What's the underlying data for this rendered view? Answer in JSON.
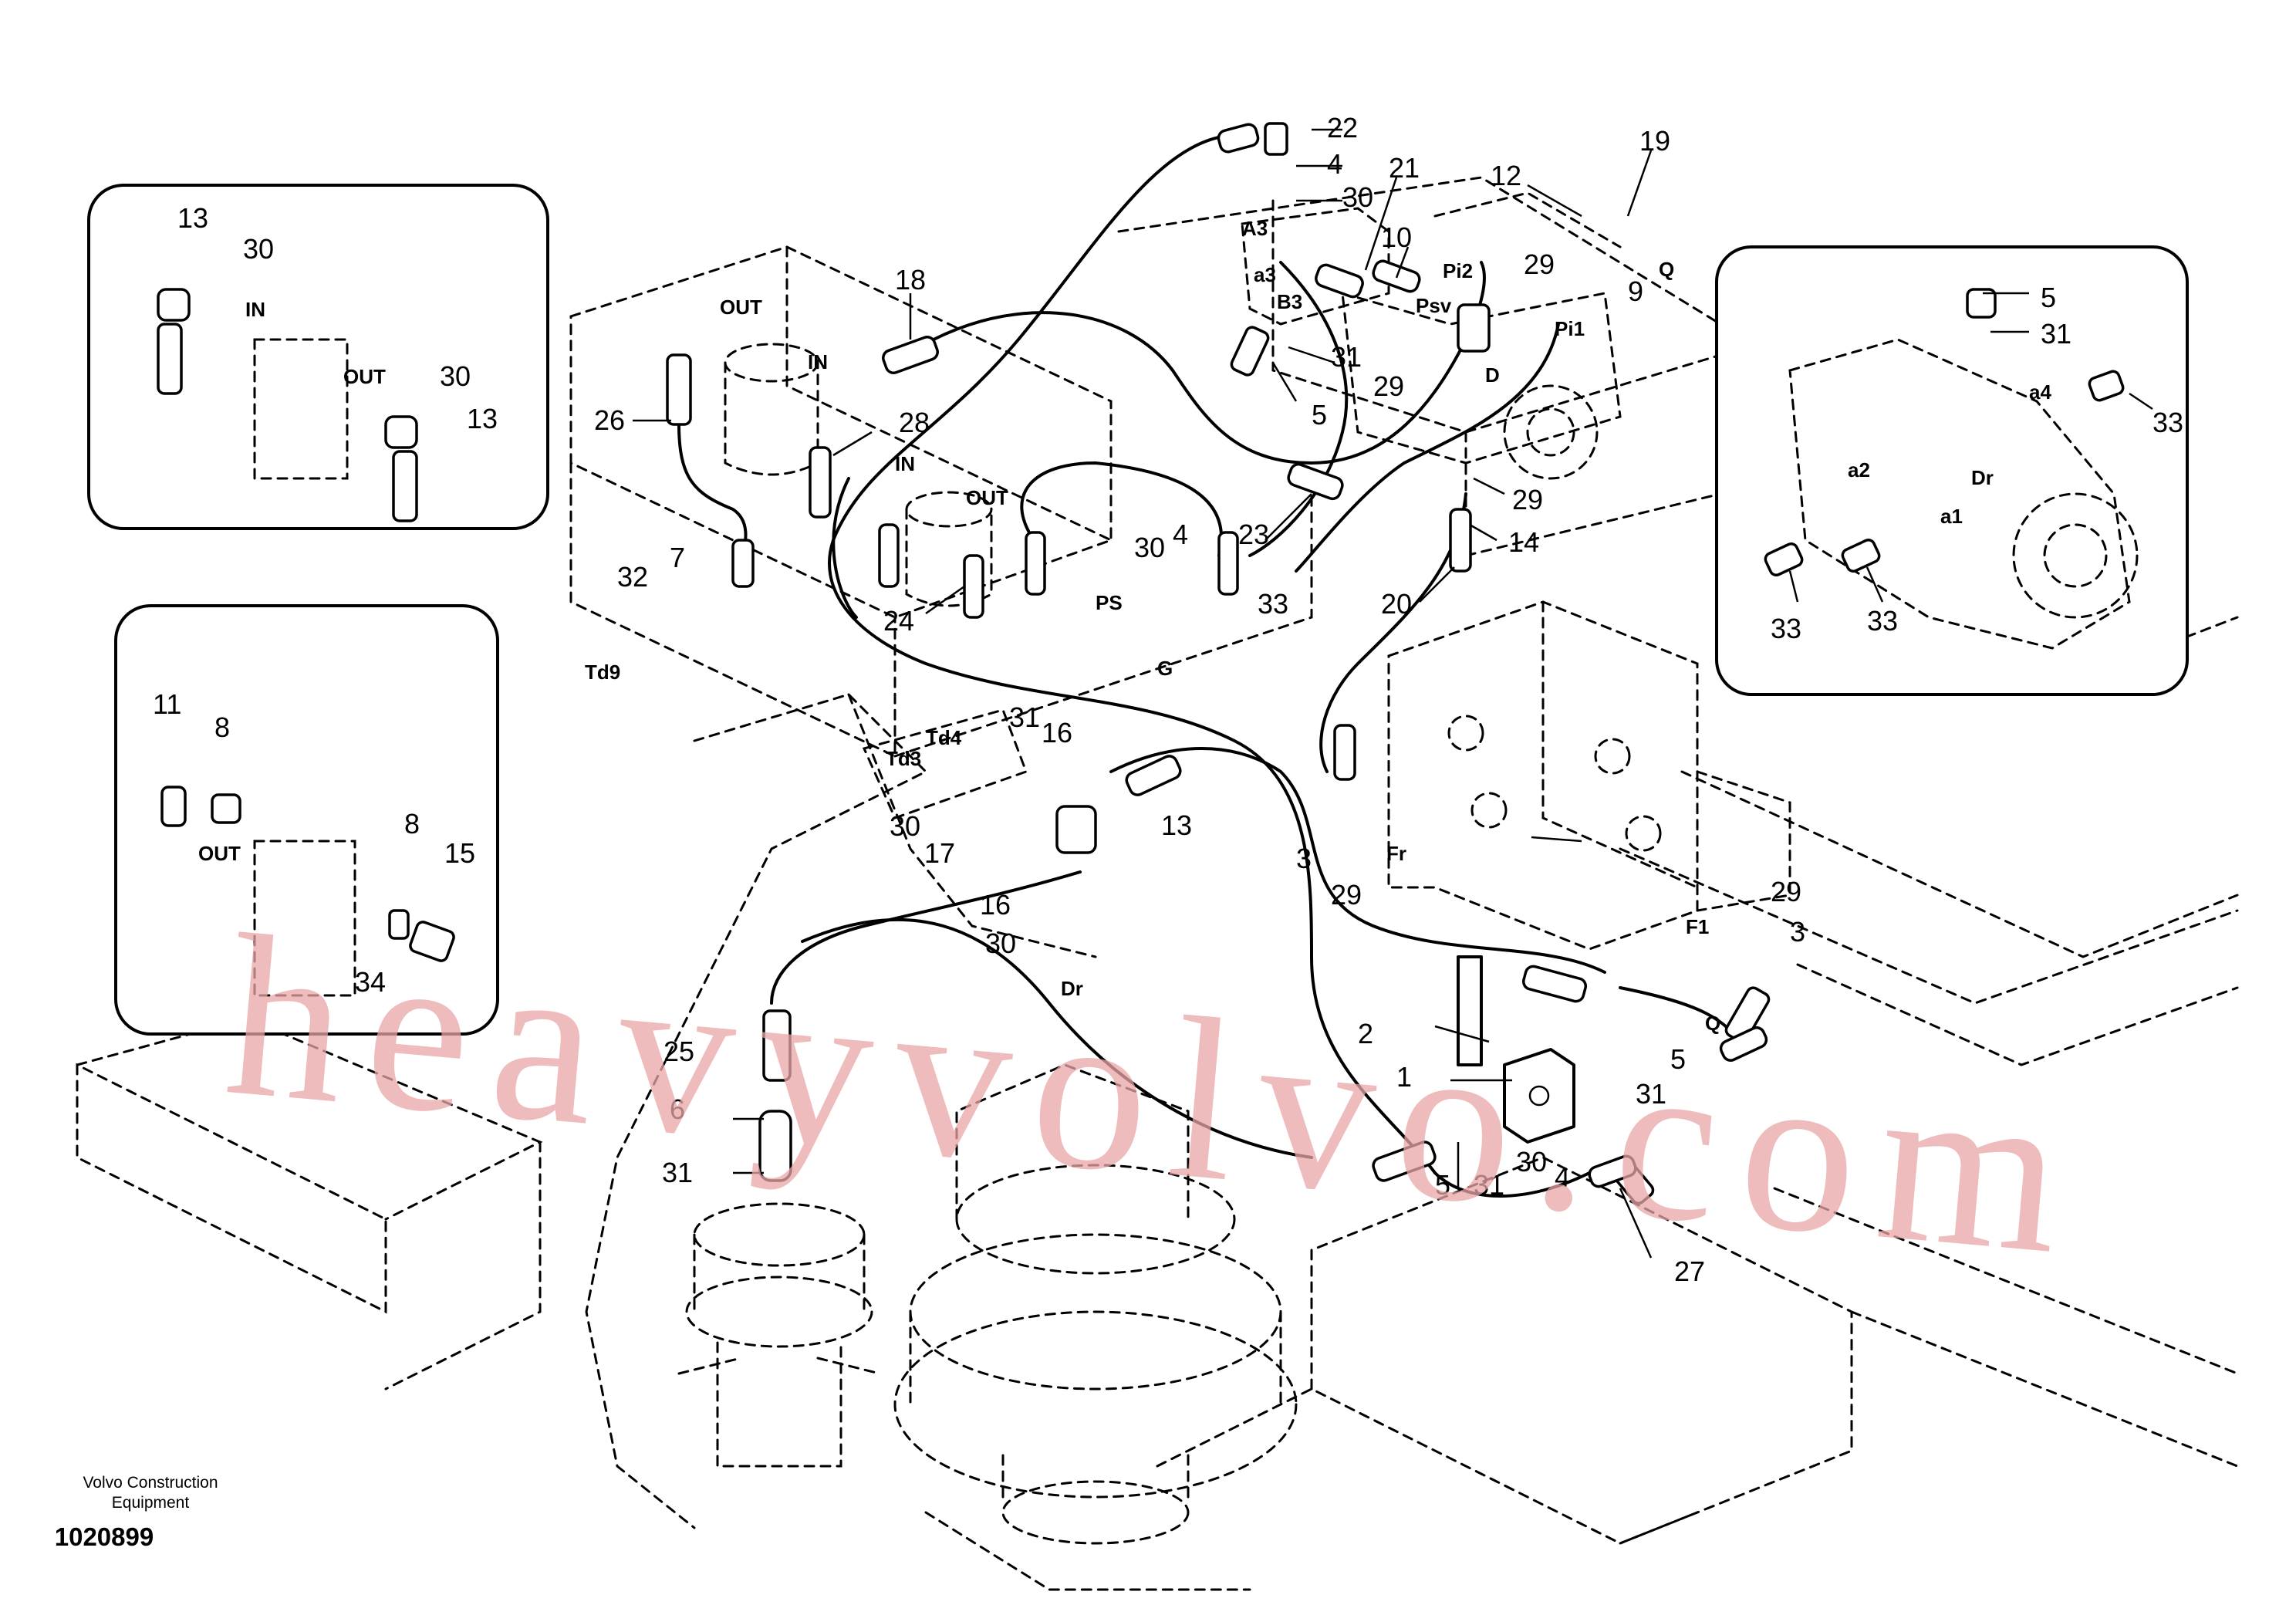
{
  "watermark": "heavyvolvo.com",
  "footer": {
    "company_line1": "Volvo Construction",
    "company_line2": "Equipment",
    "drawing_number": "1020899"
  },
  "port_labels": [
    "OUT",
    "IN",
    "OUT",
    "IN",
    "OUT",
    "IN",
    "OUT",
    "A3",
    "a3",
    "B3",
    "Psv",
    "Pi2",
    "Pi1",
    "D",
    "PS",
    "G",
    "Td4",
    "Td3",
    "Td9",
    "Dr",
    "Fr",
    "F1",
    "Q",
    "Q",
    "a4",
    "a2",
    "Dr",
    "a1"
  ],
  "callouts": [
    "13",
    "30",
    "30",
    "13",
    "11",
    "8",
    "8",
    "15",
    "34",
    "22",
    "4",
    "30",
    "21",
    "10",
    "19",
    "12",
    "29",
    "9",
    "18",
    "26",
    "28",
    "31",
    "5",
    "29",
    "23",
    "29",
    "14",
    "20",
    "32",
    "7",
    "24",
    "30",
    "4",
    "33",
    "31",
    "16",
    "30",
    "17",
    "13",
    "16",
    "30",
    "3",
    "29",
    "29",
    "3",
    "2",
    "5",
    "1",
    "31",
    "6",
    "31",
    "5",
    "31",
    "30",
    "4",
    "27",
    "5",
    "31",
    "33",
    "33",
    "33",
    "25"
  ]
}
